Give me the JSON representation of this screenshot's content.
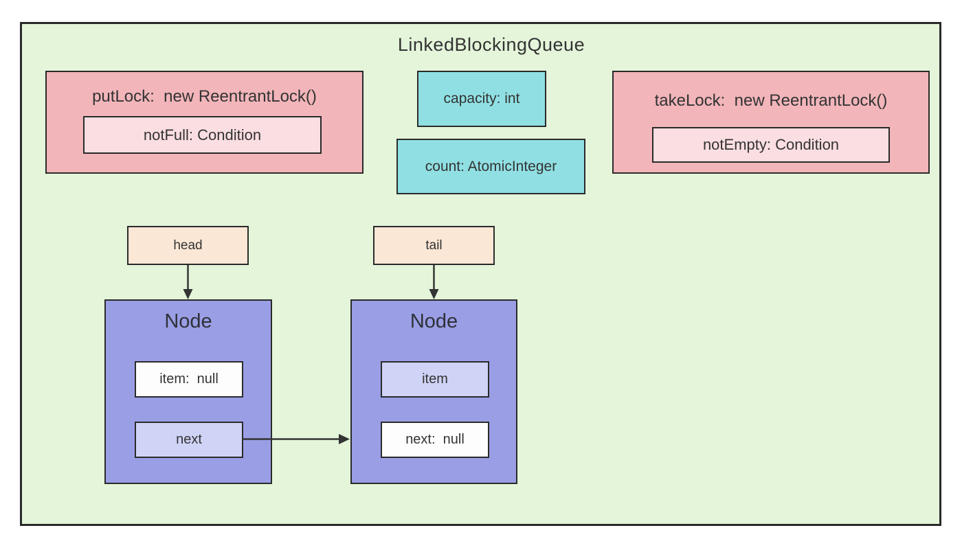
{
  "diagram": {
    "title": "LinkedBlockingQueue",
    "put_lock": {
      "label": "putLock:  new ReentrantLock()",
      "condition": "notFull: Condition"
    },
    "take_lock": {
      "label": "takeLock:  new ReentrantLock()",
      "condition": "notEmpty: Condition"
    },
    "fields": {
      "capacity": "capacity: int",
      "count": "count: AtomicInteger"
    },
    "pointers": {
      "head": "head",
      "tail": "tail"
    },
    "nodes": [
      {
        "title": "Node",
        "item": "item:  null",
        "next": "next"
      },
      {
        "title": "Node",
        "item": "item",
        "next": "next:  null"
      }
    ],
    "edges": [
      {
        "from": "head",
        "to": "node-1"
      },
      {
        "from": "tail",
        "to": "node-2"
      },
      {
        "from": "node-1.next",
        "to": "node-2"
      }
    ]
  },
  "colors": {
    "page-bg": "#ffffff",
    "canvas-bg": "#e4f5da",
    "pink": "#f2b5ba",
    "pink-light": "#fbdee2",
    "teal": "#90e0e3",
    "peach": "#fbe7d5",
    "purple": "#9a9ee4",
    "lavender": "#cfd3f6",
    "white-box": "#fdfdfe",
    "border": "#2a2a2a",
    "ink": "#333333"
  }
}
